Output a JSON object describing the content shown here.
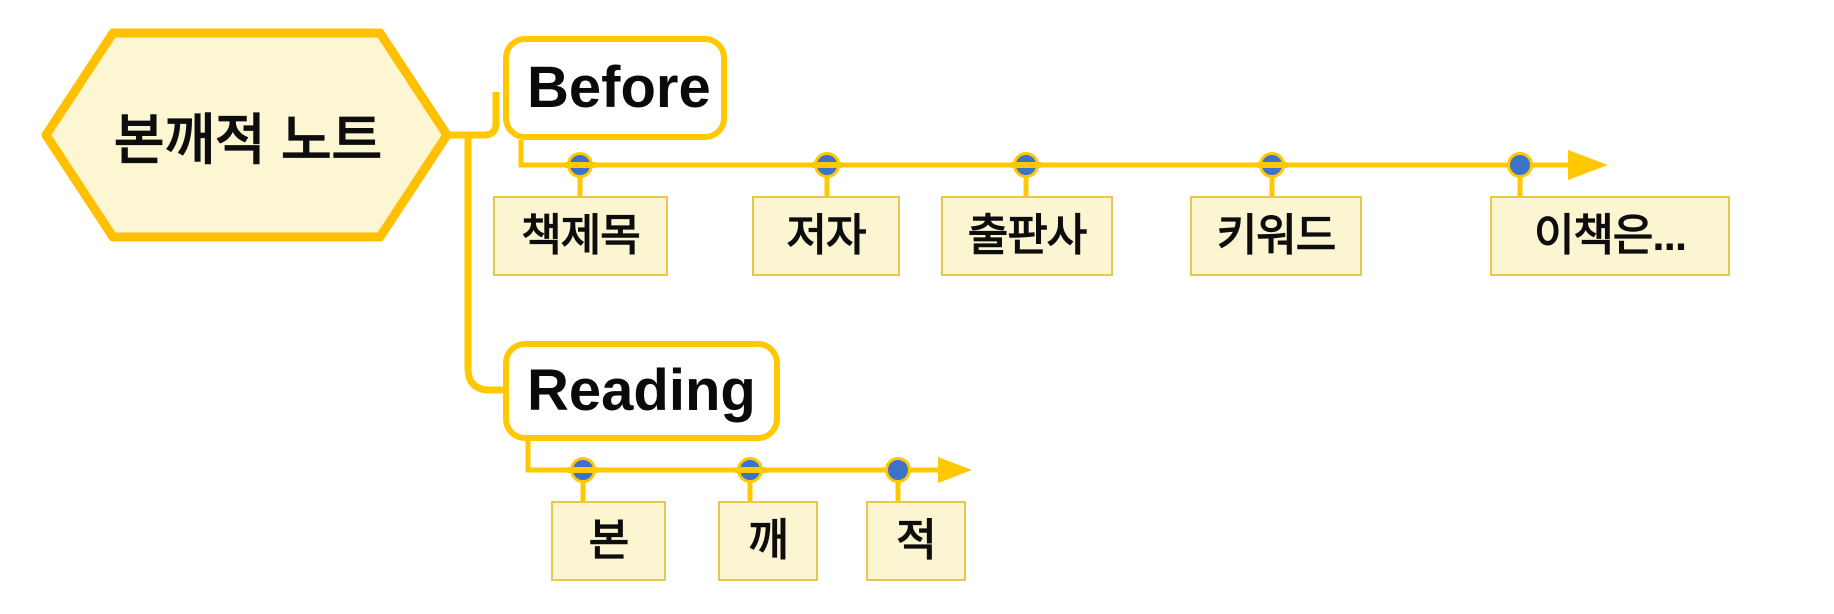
{
  "diagram": {
    "type": "mindmap-timeline",
    "root": {
      "label": "본깨적 노트",
      "shape": "hexagon",
      "fill": "#FCF6D2",
      "stroke": "#FFC000"
    },
    "accent_colors": {
      "line": "#FFC800",
      "box_fill": "#FCF5D2",
      "box_stroke": "#E8C84A",
      "marker_fill": "#3E72C8",
      "text": "#0D0D0D"
    },
    "branches": [
      {
        "label": "Before",
        "items": [
          {
            "label": "책제목",
            "marker": "banded"
          },
          {
            "label": "저자",
            "marker": "banded"
          },
          {
            "label": "출판사",
            "marker": "banded"
          },
          {
            "label": "키워드",
            "marker": "banded"
          },
          {
            "label": "이책은...",
            "marker": "solid"
          }
        ]
      },
      {
        "label": "Reading",
        "items": [
          {
            "label": "본",
            "marker": "banded"
          },
          {
            "label": "깨",
            "marker": "banded"
          },
          {
            "label": "적",
            "marker": "solid"
          }
        ]
      }
    ]
  }
}
